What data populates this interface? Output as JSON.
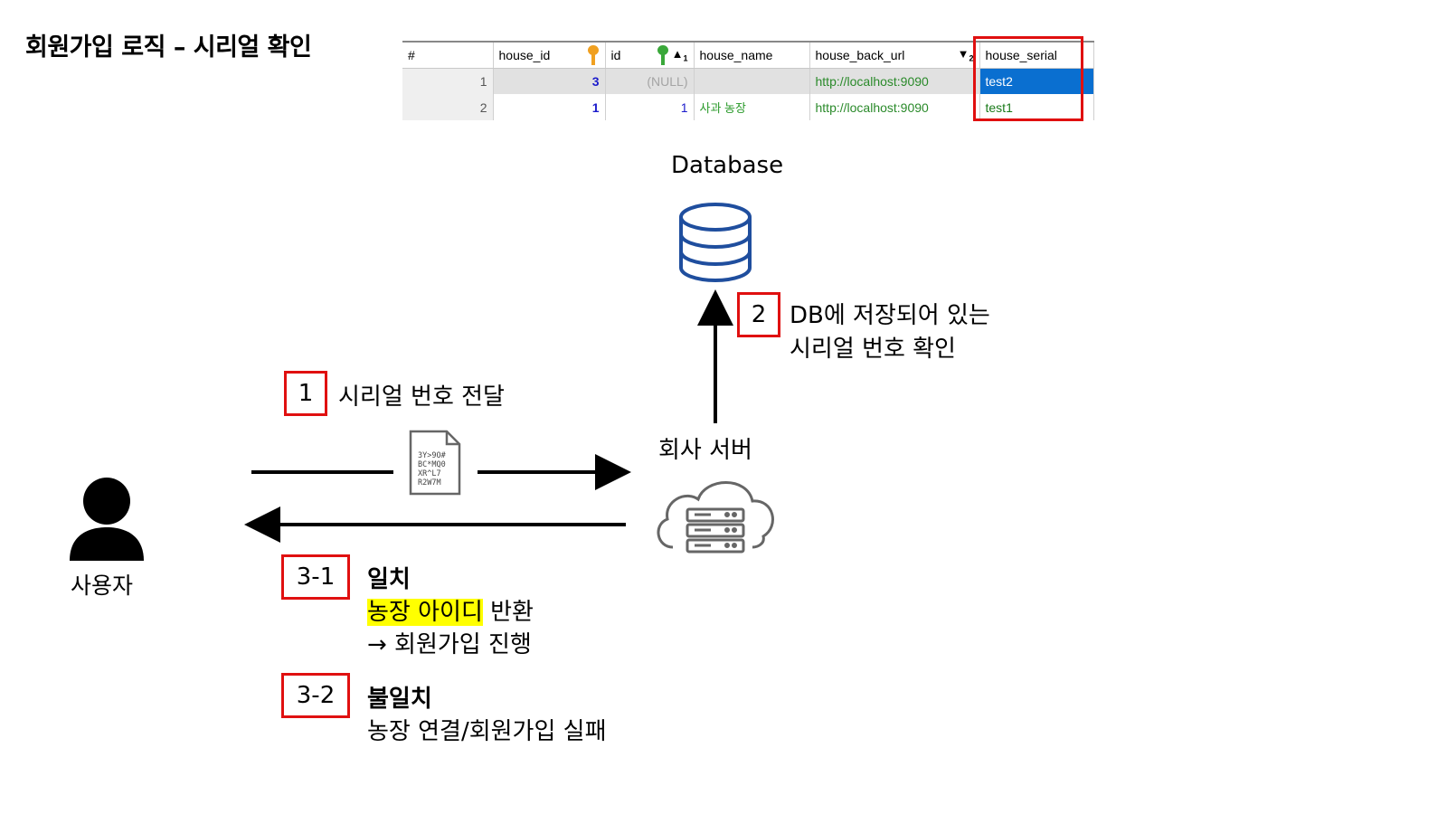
{
  "title": "회원가입 로직 – 시리얼 확인",
  "table": {
    "columns": [
      "#",
      "house_id",
      "id",
      "house_name",
      "house_back_url",
      "house_serial"
    ],
    "rows": [
      {
        "rownum": "1",
        "house_id": "3",
        "id": "(NULL)",
        "house_name": "",
        "house_back_url": "http://localhost:9090",
        "house_serial": "test2"
      },
      {
        "rownum": "2",
        "house_id": "1",
        "id": "1",
        "house_name": "사과 농장",
        "house_back_url": "http://localhost:9090",
        "house_serial": "test1"
      }
    ],
    "sort_marks": {
      "id": "1",
      "house_back_url": "2"
    },
    "colors": {
      "primary_key": "#f0a020",
      "foreign_key": "#3aa83a",
      "selected": "#0a6fd0",
      "highlight_box": "#e01010"
    }
  },
  "nodes": {
    "database": "Database",
    "server": "회사 서버",
    "user": "사용자"
  },
  "file_icon_text": [
    "3Y>9O#",
    "BC*MQ0",
    "XR^L7",
    "R2W7M"
  ],
  "steps": {
    "s1": {
      "num": "1",
      "text": "시리얼 번호 전달"
    },
    "s2": {
      "num": "2",
      "line1": "DB에 저장되어 있는",
      "line2": "시리얼 번호 확인"
    },
    "s31": {
      "num": "3-1",
      "title": "일치",
      "highlight": "농장 아이디",
      "rest": " 반환",
      "line3": "→ 회원가입 진행"
    },
    "s32": {
      "num": "3-2",
      "title": "불일치",
      "line2": "농장 연결/회원가입 실패"
    }
  },
  "icons": [
    "database-icon",
    "cloud-server-icon",
    "user-icon",
    "file-icon"
  ],
  "accent_color": "#e01010",
  "icon_color": "#1f4e9e"
}
